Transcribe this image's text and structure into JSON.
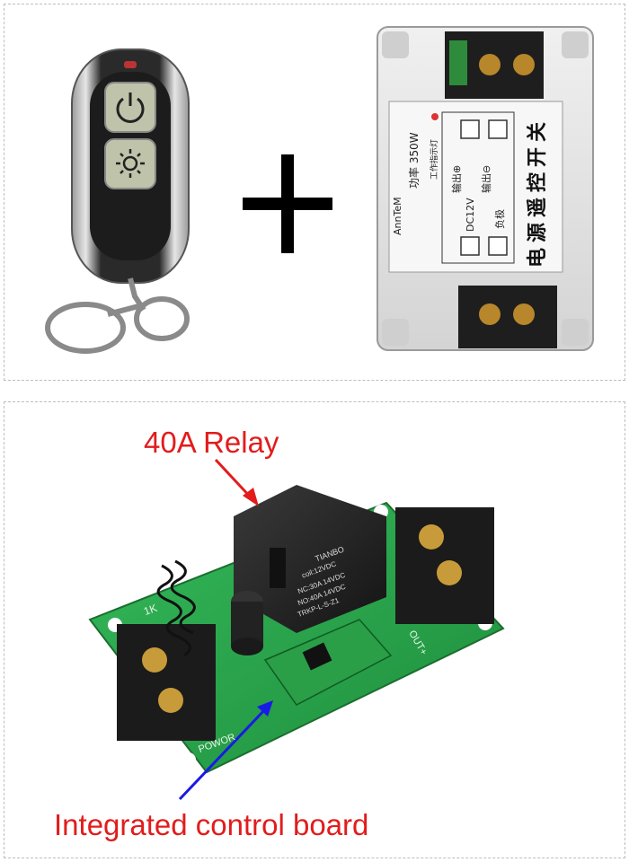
{
  "annotations": {
    "relay_label": "40A Relay",
    "board_label": "Integrated control board"
  },
  "device": {
    "brand": "AnnTeM",
    "power_text": "功率 350W",
    "indicator_text": "工作指示灯",
    "dc_text": "DC12V",
    "output_pos": "输出⊕",
    "output_neg": "输出⊖",
    "load_text": "负极",
    "title_cn": "电源遥控开关"
  },
  "relay_print": {
    "brand": "TIANBO",
    "line1": "coil:12VDC",
    "line2": "NC:30A 14VDC",
    "line3": "NO:40A 14VDC",
    "model": "TRKP-L-S-Z1"
  },
  "board_print": {
    "left_label": "1K",
    "out_label": "OUT+",
    "power_label": "POWOR"
  },
  "colors": {
    "label_red": "#e21c1c",
    "arrow_red": "#e21c1c",
    "arrow_blue": "#1a1ae6",
    "pcb_green": "#2aa64a"
  }
}
